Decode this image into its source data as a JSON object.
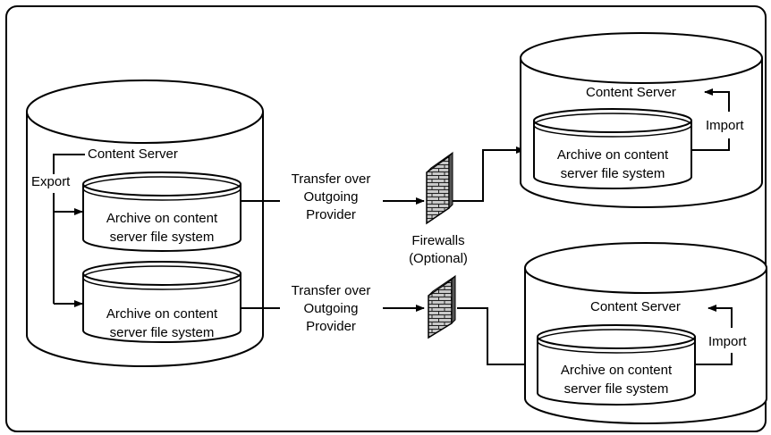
{
  "diagram": {
    "source_server": {
      "label": "Content Server",
      "export_label": "Export",
      "archives": [
        {
          "line1": "Archive on content",
          "line2": "server file system"
        },
        {
          "line1": "Archive on content",
          "line2": "server file system"
        }
      ]
    },
    "transfers": [
      {
        "line1": "Transfer over",
        "line2": "Outgoing",
        "line3": "Provider"
      },
      {
        "line1": "Transfer over",
        "line2": "Outgoing",
        "line3": "Provider"
      }
    ],
    "firewall": {
      "line1": "Firewalls",
      "line2": "(Optional)"
    },
    "target_servers": [
      {
        "label": "Content Server",
        "import_label": "Import",
        "archive_line1": "Archive on content",
        "archive_line2": "server file system"
      },
      {
        "label": "Content Server",
        "import_label": "Import",
        "archive_line1": "Archive on content",
        "archive_line2": "server file system"
      }
    ]
  }
}
